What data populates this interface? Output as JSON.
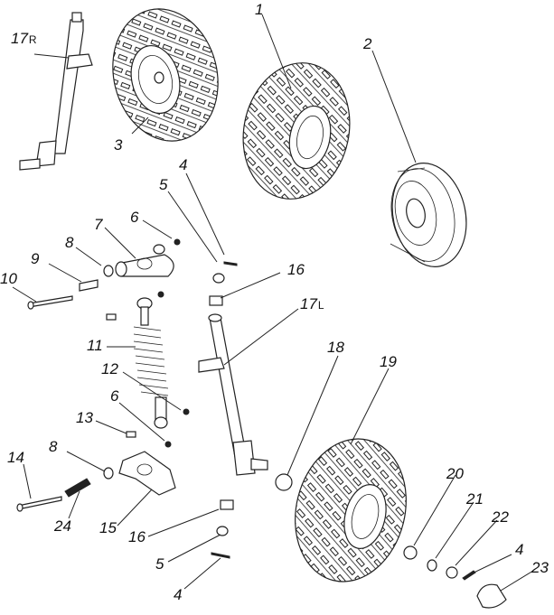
{
  "diagram": {
    "callouts": [
      {
        "id": "1",
        "text": "1"
      },
      {
        "id": "2",
        "text": "2"
      },
      {
        "id": "3",
        "text": "3"
      },
      {
        "id": "4a",
        "text": "4"
      },
      {
        "id": "4b",
        "text": "4"
      },
      {
        "id": "4c",
        "text": "4"
      },
      {
        "id": "5a",
        "text": "5"
      },
      {
        "id": "5b",
        "text": "5"
      },
      {
        "id": "6a",
        "text": "6"
      },
      {
        "id": "6b",
        "text": "6"
      },
      {
        "id": "7",
        "text": "7"
      },
      {
        "id": "8a",
        "text": "8"
      },
      {
        "id": "8b",
        "text": "8"
      },
      {
        "id": "9",
        "text": "9"
      },
      {
        "id": "10",
        "text": "10"
      },
      {
        "id": "11",
        "text": "11"
      },
      {
        "id": "12",
        "text": "12"
      },
      {
        "id": "13",
        "text": "13"
      },
      {
        "id": "14",
        "text": "14"
      },
      {
        "id": "15",
        "text": "15"
      },
      {
        "id": "16a",
        "text": "16"
      },
      {
        "id": "16b",
        "text": "16"
      },
      {
        "id": "17r",
        "text": "17",
        "suffix": "R"
      },
      {
        "id": "17l",
        "text": "17",
        "suffix": "L"
      },
      {
        "id": "18",
        "text": "18"
      },
      {
        "id": "19",
        "text": "19"
      },
      {
        "id": "20",
        "text": "20"
      },
      {
        "id": "21",
        "text": "21"
      },
      {
        "id": "22",
        "text": "22"
      },
      {
        "id": "23",
        "text": "23"
      },
      {
        "id": "24",
        "text": "24"
      }
    ]
  }
}
